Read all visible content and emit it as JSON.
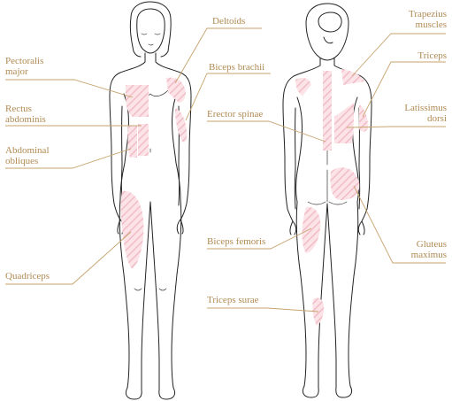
{
  "colors": {
    "label": "#b08a52",
    "leader": "#c7a36e",
    "muscle_hatch": "#f0b7c2",
    "muscle_fill": "#fbe3e8",
    "outline": "#222222"
  },
  "labels": {
    "pectoralis_major": {
      "line1": "Pectoralis",
      "line2": "major"
    },
    "rectus_abdominis": {
      "line1": "Rectus",
      "line2": "abdominis"
    },
    "abdominal_obliques": {
      "line1": "Abdominal",
      "line2": "obliques"
    },
    "quadriceps": {
      "line1": "Quadriceps"
    },
    "deltoids": {
      "line1": "Deltoids"
    },
    "biceps_brachii": {
      "line1": "Biceps brachii"
    },
    "erector_spinae": {
      "line1": "Erector spinae"
    },
    "biceps_femoris": {
      "line1": "Biceps femoris"
    },
    "triceps_surae": {
      "line1": "Triceps surae"
    },
    "trapezius": {
      "line1": "Trapezius",
      "line2": "muscles"
    },
    "triceps": {
      "line1": "Triceps"
    },
    "latissimus_dorsi": {
      "line1": "Latissimus",
      "line2": "dorsi"
    },
    "gluteus_maximus": {
      "line1": "Gluteus",
      "line2": "maximus"
    }
  }
}
